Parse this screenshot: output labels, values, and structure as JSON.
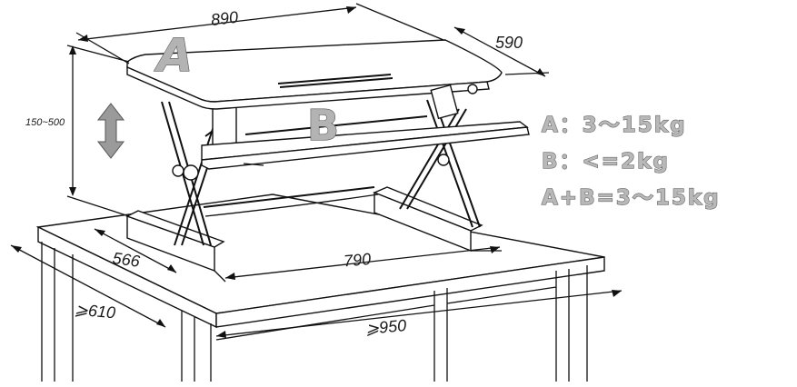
{
  "diagram": {
    "labels": {
      "top_width": "890",
      "top_depth": "590",
      "height_range": "150~500",
      "base_depth": "566",
      "base_width": "790",
      "desk_depth": "⩾610",
      "desk_width": "⩾950",
      "surface_a": "A",
      "surface_b": "B"
    },
    "specs": [
      "A：3～15kg",
      "B：<=2kg",
      "A+B=3～15kg"
    ],
    "colors": {
      "line": "#111111",
      "letter_fill": "#b3b3b3",
      "arrow_fill": "#9a9a9a"
    },
    "icons": {
      "height_arrow": "double-arrow-icon"
    }
  }
}
